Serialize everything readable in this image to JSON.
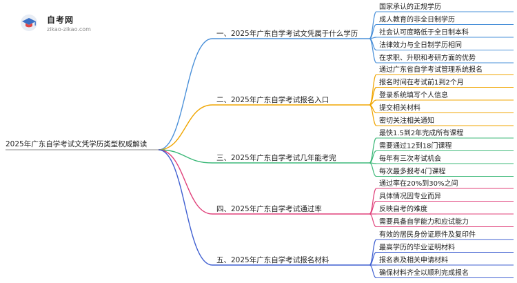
{
  "logo": {
    "title": "自考网",
    "url": "zikao-zikao.com"
  },
  "root": {
    "label": "2025年广东自学考试文凭学历类型权威解读"
  },
  "branches": [
    {
      "label": "一、2025年广东自学考试文凭属于什么学历",
      "color": "#4a90d9",
      "leaves": [
        "国家承认的正规学历",
        "成人教育的非全日制学历",
        "社会认可度略低于全日制本科",
        "法律效力与全日制学历相同",
        "在求职、升职和考研方面的优势"
      ]
    },
    {
      "label": "二、2025年广东自学考试报名入口",
      "color": "#f0a500",
      "leaves": [
        "通过广东省自学考试管理系统报名",
        "报名时间在考试前1到2个月",
        "登录系统填写个人信息",
        "提交相关材料",
        "密切关注相关通知"
      ]
    },
    {
      "label": "三、2025年广东自学考试几年能考完",
      "color": "#3cb878",
      "leaves": [
        "最快1.5到2年完成所有课程",
        "需要通过12到18门课程",
        "每年有三次考试机会",
        "每次最多报考4门课程"
      ]
    },
    {
      "label": "四、2025年广东自学考试通过率",
      "color": "#e0407a",
      "leaves": [
        "通过率在20%到30%之间",
        "具体情况因专业而异",
        "反映自考的难度",
        "需要具备自学能力和应试能力"
      ]
    },
    {
      "label": "五、2025年广东自学考试报名材料",
      "color": "#3f5fd1",
      "leaves": [
        "有效的居民身份证原件及复印件",
        "最高学历的毕业证明材料",
        "报名表及相关申请材料",
        "确保材料齐全以顺利完成报名"
      ]
    }
  ]
}
